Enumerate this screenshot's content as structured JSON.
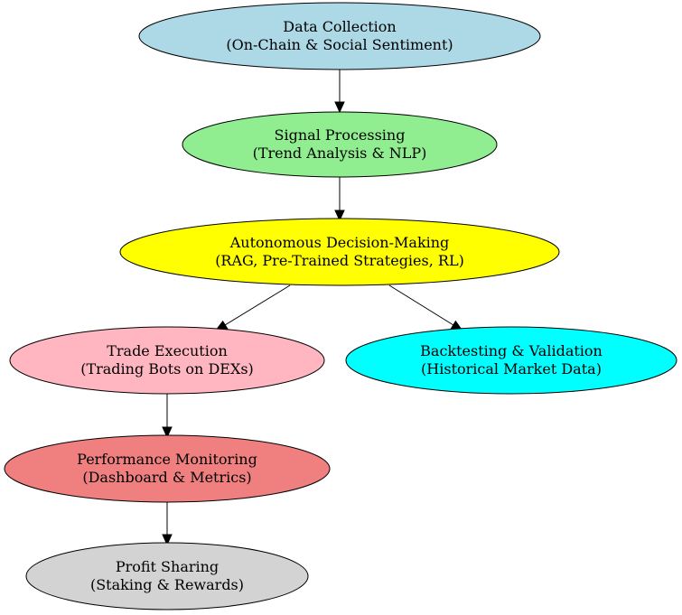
{
  "nodes": [
    {
      "id": "data_collection",
      "line1": "Data Collection",
      "line2": "(On-Chain & Social Sentiment)",
      "fill": "#add8e6"
    },
    {
      "id": "signal_processing",
      "line1": "Signal Processing",
      "line2": "(Trend Analysis & NLP)",
      "fill": "#90ee90"
    },
    {
      "id": "decision_making",
      "line1": "Autonomous Decision-Making",
      "line2": "(RAG, Pre-Trained Strategies, RL)",
      "fill": "#ffff00"
    },
    {
      "id": "trade_execution",
      "line1": "Trade Execution",
      "line2": "(Trading Bots on DEXs)",
      "fill": "#ffb6c1"
    },
    {
      "id": "backtesting",
      "line1": "Backtesting & Validation",
      "line2": "(Historical Market Data)",
      "fill": "#00ffff"
    },
    {
      "id": "performance_monitoring",
      "line1": "Performance Monitoring",
      "line2": "(Dashboard & Metrics)",
      "fill": "#f08080"
    },
    {
      "id": "profit_sharing",
      "line1": "Profit Sharing",
      "line2": "(Staking & Rewards)",
      "fill": "#d3d3d3"
    }
  ],
  "edges": [
    {
      "from": "data_collection",
      "to": "signal_processing"
    },
    {
      "from": "signal_processing",
      "to": "decision_making"
    },
    {
      "from": "decision_making",
      "to": "trade_execution"
    },
    {
      "from": "decision_making",
      "to": "backtesting"
    },
    {
      "from": "trade_execution",
      "to": "performance_monitoring"
    },
    {
      "from": "performance_monitoring",
      "to": "profit_sharing"
    }
  ]
}
